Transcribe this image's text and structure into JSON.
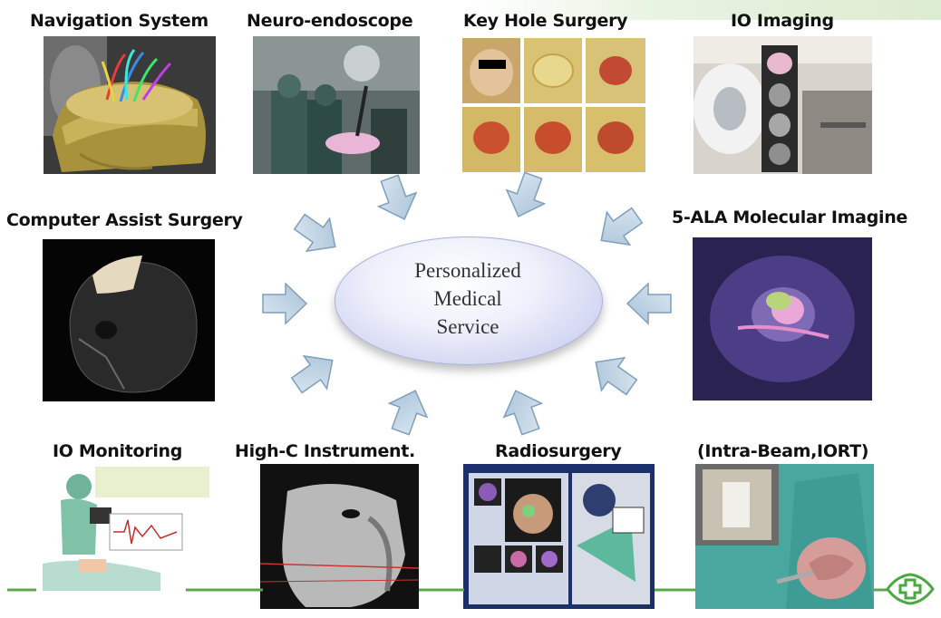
{
  "labels": {
    "navigation": "Navigation System",
    "neuro": "Neuro-endoscope",
    "keyhole": "Key Hole Surgery",
    "io_imaging": "IO Imaging",
    "computer_assist": "Computer Assist Surgery",
    "ala": "5-ALA Molecular Imagine",
    "io_monitoring": "IO Monitoring",
    "highc": "High-C Instrument.",
    "radiosurgery": "Radiosurgery",
    "intrabeam": "(Intra-Beam,IORT)"
  },
  "center": {
    "line1": "Personalized",
    "line2": "Medical",
    "line3": "Service"
  },
  "colors": {
    "arrow_fill": "#b9cfe2",
    "arrow_stroke": "#7f9fbc",
    "bottom_line": "#5aa84a",
    "logo": "#4aa840"
  }
}
